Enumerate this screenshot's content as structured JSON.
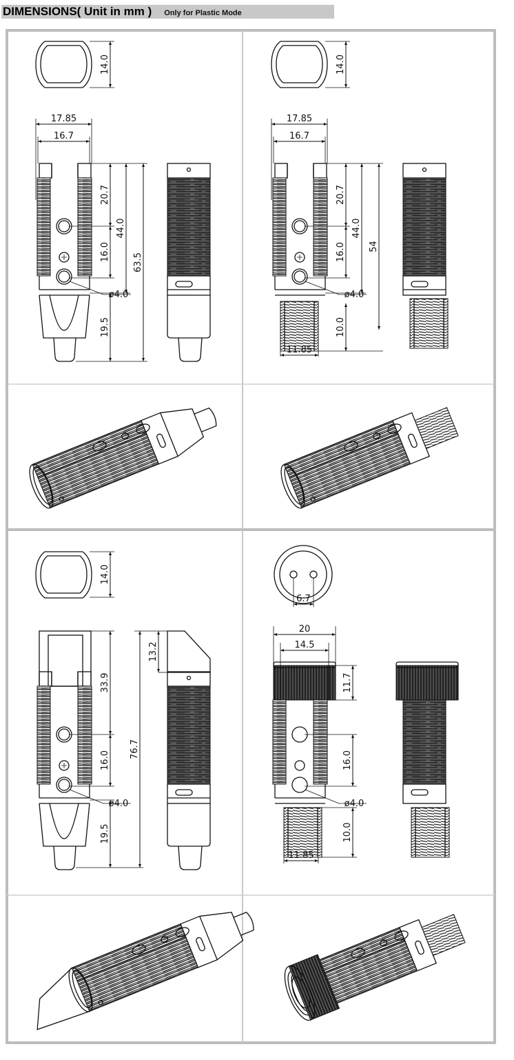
{
  "header": {
    "title": "DIMENSIONS( Unit in mm )",
    "subtitle": "Only for Plastic Mode"
  },
  "panels": [
    {
      "name": "plastic-cable-type",
      "dims": {
        "top_height": "14.0",
        "outer_width": "17.85",
        "inner_width": "16.7",
        "top_to_hole": "20.7",
        "hole_spacing": "16.0",
        "body_length": "44.0",
        "total_length": "63.5",
        "tail_length": "19.5",
        "hole_dia": "ø4.0"
      }
    },
    {
      "name": "plastic-connector-type",
      "dims": {
        "top_height": "14.0",
        "outer_width": "17.85",
        "inner_width": "16.7",
        "top_to_hole": "20.7",
        "hole_spacing": "16.0",
        "body_length": "44.0",
        "total_length": "54",
        "connector_length": "10.0",
        "connector_width": "11.85",
        "hole_dia": "ø4.0"
      }
    },
    {
      "name": "plastic-right-angle-type",
      "dims": {
        "top_height": "14.0",
        "head_length": "13.2",
        "top_to_hole": "33.9",
        "hole_spacing": "16.0",
        "total_length": "76.7",
        "tail_length": "19.5",
        "hole_dia": "ø4.0"
      }
    },
    {
      "name": "plastic-knurled-connector-type",
      "dims": {
        "pin_spacing": "6.7",
        "cap_width": "20",
        "body_width": "14.5",
        "cap_height": "11.7",
        "hole_spacing": "16.0",
        "connector_length": "10.0",
        "connector_width": "11.85",
        "hole_dia": "ø4.0"
      }
    }
  ]
}
